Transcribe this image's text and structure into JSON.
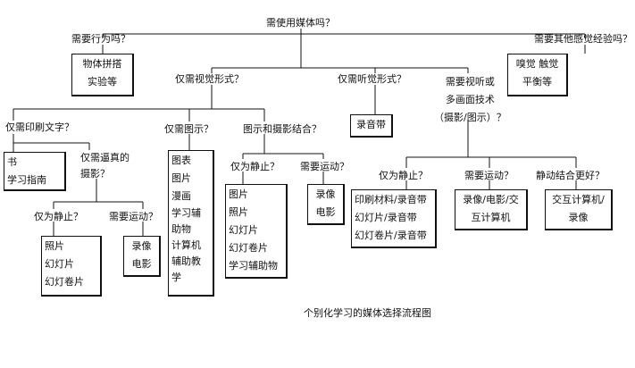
{
  "diagram": {
    "caption": "个别化学习的媒体选择流程图",
    "root": "需使用媒体吗？",
    "nodes": {
      "need_behavior": "需要行为吗？",
      "visual_only": "仅需视觉形式？",
      "audio_only": "仅需听觉形式？",
      "audiovisual": [
        "需要视听或",
        "多画面技术",
        "（摄影/图示）？"
      ],
      "other_senses": "需要其他感觉经验吗？",
      "print_text": "仅需印刷文字？",
      "realistic_photo": [
        "仅需逼真的",
        "摄影？"
      ],
      "diagram_only": "仅需图示？",
      "diagram_photo": "图示和摄影结合？",
      "still_a": "仅为静止？",
      "motion_a": "需要运动？",
      "still_b": "仅为静止？",
      "motion_b": "需要运动？",
      "still_c": "仅为静止？",
      "motion_c": "需要运动？",
      "still_motion": "静动结合更好？"
    },
    "boxes": {
      "physical": [
        "物体拼搭",
        "实验等"
      ],
      "senses": [
        "嗅觉 触觉",
        "平衡等"
      ],
      "tape": [
        "录音带"
      ],
      "book": [
        "书",
        "学习指南"
      ],
      "photos_a": [
        "照片",
        "幻灯片",
        "幻灯卷片"
      ],
      "video_a": [
        "录像",
        "电影"
      ],
      "charts": [
        "图表",
        "图片",
        "漫画",
        "学习辅助物",
        "计算机辅助教学"
      ],
      "images_b": [
        "图片",
        "照片",
        "幻灯片",
        "幻灯卷片",
        "学习辅助物"
      ],
      "video_b": [
        "录像",
        "电影"
      ],
      "print_audio": [
        "印刷材料/录音带",
        "幻灯片/录音带",
        "幻灯卷片/录音带"
      ],
      "video_computer": [
        "录像/电影/交",
        "互计算机"
      ],
      "interactive": [
        "交互计算机/",
        "录像"
      ]
    }
  }
}
